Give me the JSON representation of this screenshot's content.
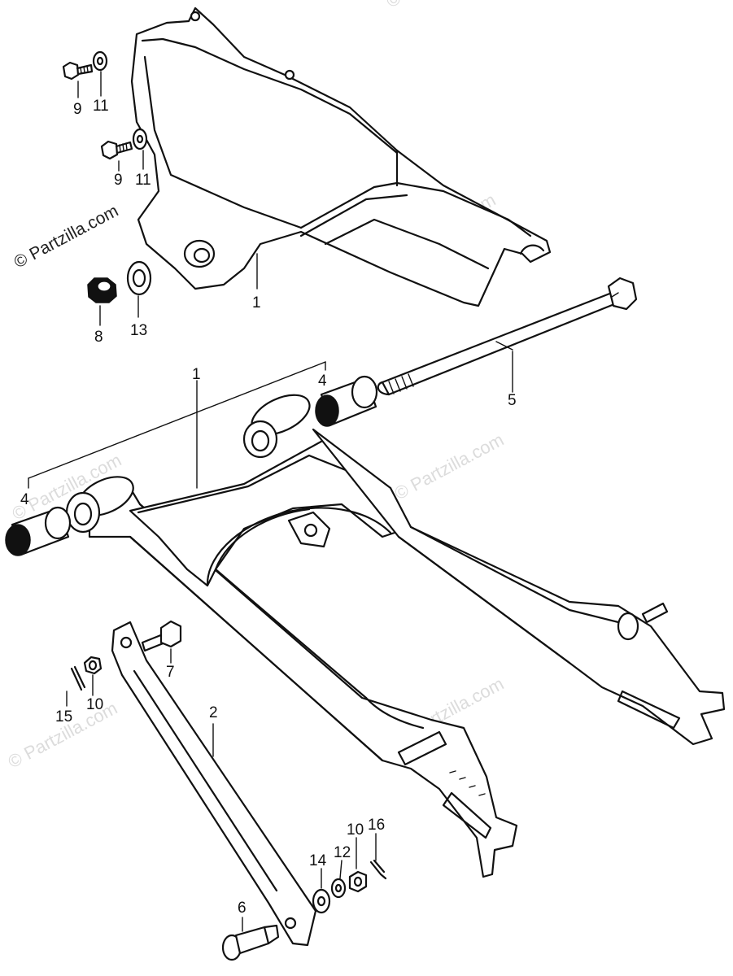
{
  "watermark": {
    "main_text": "© Partzilla.com",
    "faint_text": "© Partzilla.com"
  },
  "callouts": {
    "c1_cover": "1",
    "c1_arm": "1",
    "c2": "2",
    "c4_right": "4",
    "c4_left": "4",
    "c5": "5",
    "c6": "6",
    "c7": "7",
    "c8": "8",
    "c9_top": "9",
    "c9_mid": "9",
    "c10_left": "10",
    "c10_right": "10",
    "c11_top": "11",
    "c11_mid": "11",
    "c12": "12",
    "c13": "13",
    "c14": "14",
    "c15": "15",
    "c16": "16"
  }
}
